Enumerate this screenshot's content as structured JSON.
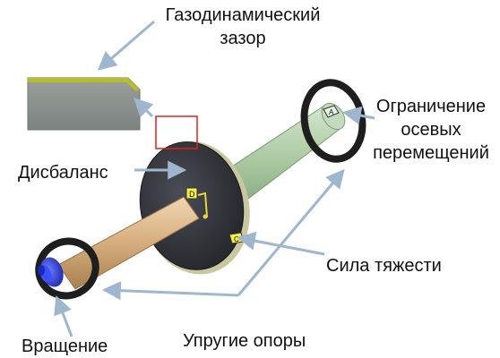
{
  "labels": {
    "gas_gap_line1": "Газодинамический",
    "gas_gap_line2": "зазор",
    "axial_limit_line1": "Ограничение",
    "axial_limit_line2": "осевых",
    "axial_limit_line3": "перемещений",
    "imbalance": "Дисбаланс",
    "gravity": "Сила тяжести",
    "rotation": "Вращение",
    "elastic_supports": "Упругие опоры"
  },
  "markers": {
    "axial": "A",
    "imbalance": "D",
    "gravity": "C"
  },
  "colors": {
    "arrow": "#9fb6cf",
    "highlight_box": "#e02020",
    "gap_film": "#b7be2a",
    "rotor_left": "#d9b386",
    "rotor_right": "#a9c9a1",
    "disk": "#2c2e33",
    "ring": "#1e1e1e",
    "drive": "#2a3fd8",
    "marker_fill": "#f3ee4a"
  }
}
